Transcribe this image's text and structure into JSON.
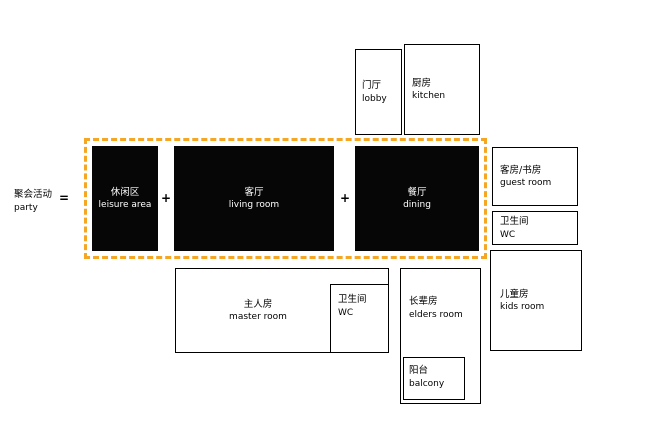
{
  "diagram": {
    "formula_label": {
      "cn": "聚会活动",
      "en": "party"
    },
    "equals_sign": "=",
    "plus_sign": "+",
    "highlight_group": [
      {
        "id": "leisure-area",
        "cn": "休闲区",
        "en": "leisure area"
      },
      {
        "id": "living-room",
        "cn": "客厅",
        "en": "living room"
      },
      {
        "id": "dining",
        "cn": "餐厅",
        "en": "dining"
      }
    ],
    "rooms": {
      "lobby": {
        "cn": "门厅",
        "en": "lobby"
      },
      "kitchen": {
        "cn": "厨房",
        "en": "kitchen"
      },
      "guest_room": {
        "cn": "客房/书房",
        "en": "guest room"
      },
      "wc_upper": {
        "cn": "卫生间",
        "en": "WC"
      },
      "kids_room": {
        "cn": "儿童房",
        "en": "kids room"
      },
      "master_room": {
        "cn": "主人房",
        "en": "master room"
      },
      "wc_master": {
        "cn": "卫生间",
        "en": "WC"
      },
      "elders_room": {
        "cn": "长辈房",
        "en": "elders room"
      },
      "balcony": {
        "cn": "阳台",
        "en": "balcony"
      }
    },
    "colors": {
      "background": "#ffffff",
      "highlight_border": "#f5a623",
      "filled_room": "#060606",
      "room_outline": "#000000",
      "text": "#000000",
      "text_on_dark": "#ffffff"
    }
  }
}
